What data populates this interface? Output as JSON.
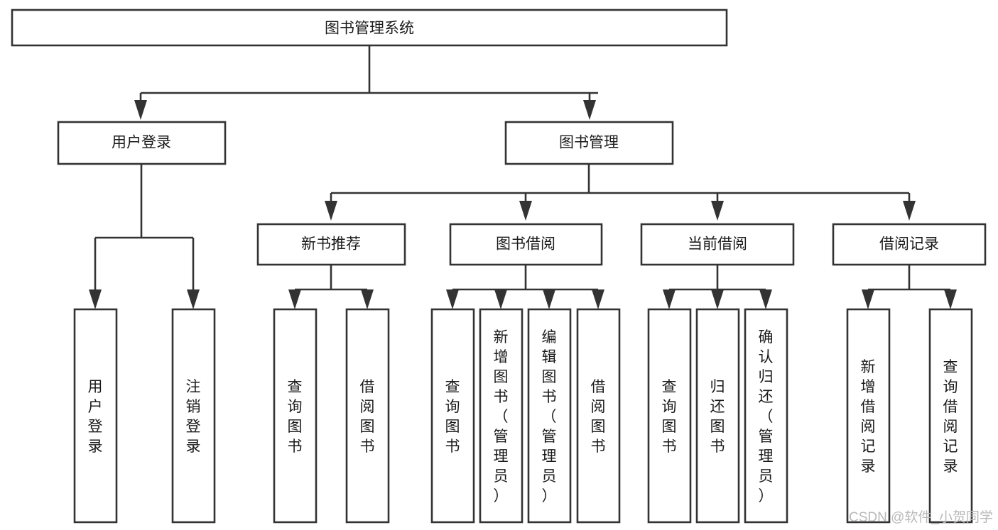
{
  "diagram": {
    "title": "图书管理系统",
    "type": "tree-hierarchy-chart",
    "root": {
      "label": "图书管理系统"
    },
    "level2": [
      {
        "label": "用户登录"
      },
      {
        "label": "图书管理"
      }
    ],
    "level3": [
      {
        "label": "新书推荐"
      },
      {
        "label": "图书借阅"
      },
      {
        "label": "当前借阅"
      },
      {
        "label": "借阅记录"
      }
    ],
    "leaves": {
      "user_login": [
        {
          "label": "用户登录"
        },
        {
          "label": "注销登录"
        }
      ],
      "new_book_recommend": [
        {
          "label": "查询图书"
        },
        {
          "label": "借阅图书"
        }
      ],
      "book_borrow": [
        {
          "label": "查询图书"
        },
        {
          "label": "新增图书（管理员）"
        },
        {
          "label": "编辑图书（管理员）"
        },
        {
          "label": "借阅图书"
        }
      ],
      "current_borrow": [
        {
          "label": "查询图书"
        },
        {
          "label": "归还图书"
        },
        {
          "label": "确认归还（管理员）"
        }
      ],
      "borrow_record": [
        {
          "label": "新增借阅记录"
        },
        {
          "label": "查询借阅记录"
        }
      ]
    }
  },
  "watermark": {
    "text": "CSDN @软件_小贺同学"
  },
  "colors": {
    "box_stroke": "#333333",
    "box_fill": "#ffffff",
    "text": "#1a1a1a",
    "watermark": "#b9b9b9",
    "background": "#ffffff"
  }
}
